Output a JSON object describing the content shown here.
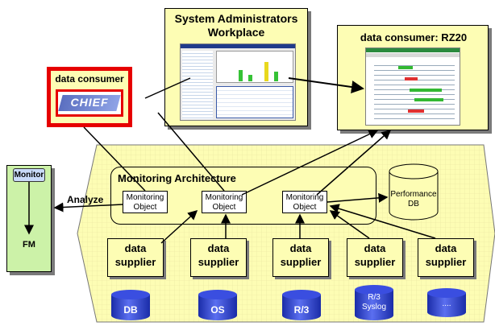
{
  "workplace": {
    "title": "System Administrators Workplace"
  },
  "rz20": {
    "title": "data consumer: RZ20"
  },
  "chief": {
    "label": "data consumer",
    "logo": "CHIEF"
  },
  "monitor": {
    "label": "Monitor",
    "fm_label": "FM",
    "analyze_label": "Analyze"
  },
  "architecture": {
    "title": "Monitoring Architecture"
  },
  "monitoring_objects": [
    {
      "line1": "Monitoring",
      "line2": "Object"
    },
    {
      "line1": "Monitoring",
      "line2": "Object"
    },
    {
      "line1": "Monitoring",
      "line2": "Object"
    }
  ],
  "performance_db": {
    "line1": "Performance",
    "line2": "DB"
  },
  "suppliers": [
    {
      "line1": "data",
      "line2": "supplier"
    },
    {
      "line1": "data",
      "line2": "supplier"
    },
    {
      "line1": "data",
      "line2": "supplier"
    },
    {
      "line1": "data",
      "line2": "supplier"
    },
    {
      "line1": "data",
      "line2": "supplier"
    }
  ],
  "databases": [
    {
      "label": "DB"
    },
    {
      "label": "OS"
    },
    {
      "label": "R/3"
    },
    {
      "label": "R/3",
      "label2": "Syslog"
    },
    {
      "label": "...."
    }
  ],
  "colors": {
    "yellow": "#fdfdb4",
    "red": "#e60000",
    "blue": "#2d3fc8",
    "monitor_blue": "#c9daf8",
    "green_box": "#ccf2a8"
  }
}
